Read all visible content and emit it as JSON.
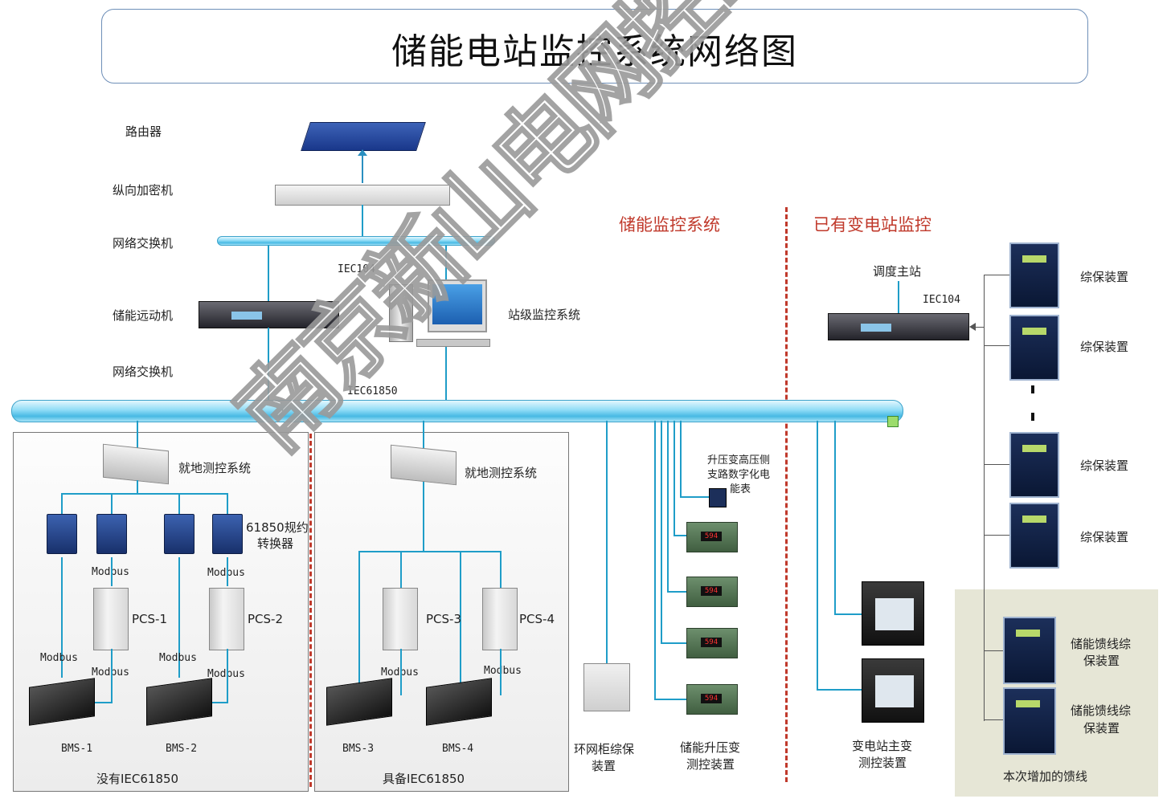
{
  "title": "储能电站监控系统网络图",
  "watermark": "南京新山电网控制有限公司",
  "colors": {
    "bus": "#47b9e3",
    "divider": "#c0392b",
    "section_title": "#c0392b"
  },
  "section_titles": {
    "left": "储能监控系统",
    "right": "已有变电站监控"
  },
  "labels": {
    "router": "路由器",
    "encryptor": "纵向加密机",
    "switch_top": "网络交换机",
    "rtu": "储能远动机",
    "switch_bottom": "网络交换机",
    "station_monitor": "站级监控系统",
    "dispatch": "调度主站",
    "local_1": "就地测控系统",
    "local_2": "就地测控系统",
    "converter_line1": "61850规约",
    "converter_line2": "转换器",
    "hv_meter_line1": "升压变高压侧",
    "hv_meter_line2": "支路数字化电",
    "hv_meter_line3": "能表",
    "ring_line1": "环网柜综保",
    "ring_line2": "装置",
    "boost_line1": "储能升压变",
    "boost_line2": "测控装置",
    "sub_line1": "变电站主变",
    "sub_line2": "测控装置",
    "relays": [
      "综保装置",
      "综保装置",
      "综保装置",
      "综保装置"
    ],
    "feeder1_line1": "储能馈线综",
    "feeder1_line2": "保装置",
    "feeder2_line1": "储能馈线综",
    "feeder2_line2": "保装置",
    "new_feeder_caption": "本次增加的馈线",
    "caption_left": "没有IEC61850",
    "caption_mid": "具备IEC61850"
  },
  "protocols": {
    "iec104_left": "IEC104",
    "iec104_right": "IEC104",
    "iec61850": "IEC61850",
    "modbus": "Modbus"
  },
  "pcs": [
    "PCS-1",
    "PCS-2",
    "PCS-3",
    "PCS-4"
  ],
  "bms": [
    "BMS-1",
    "BMS-2",
    "BMS-3",
    "BMS-4"
  ],
  "meter_reading": "594"
}
